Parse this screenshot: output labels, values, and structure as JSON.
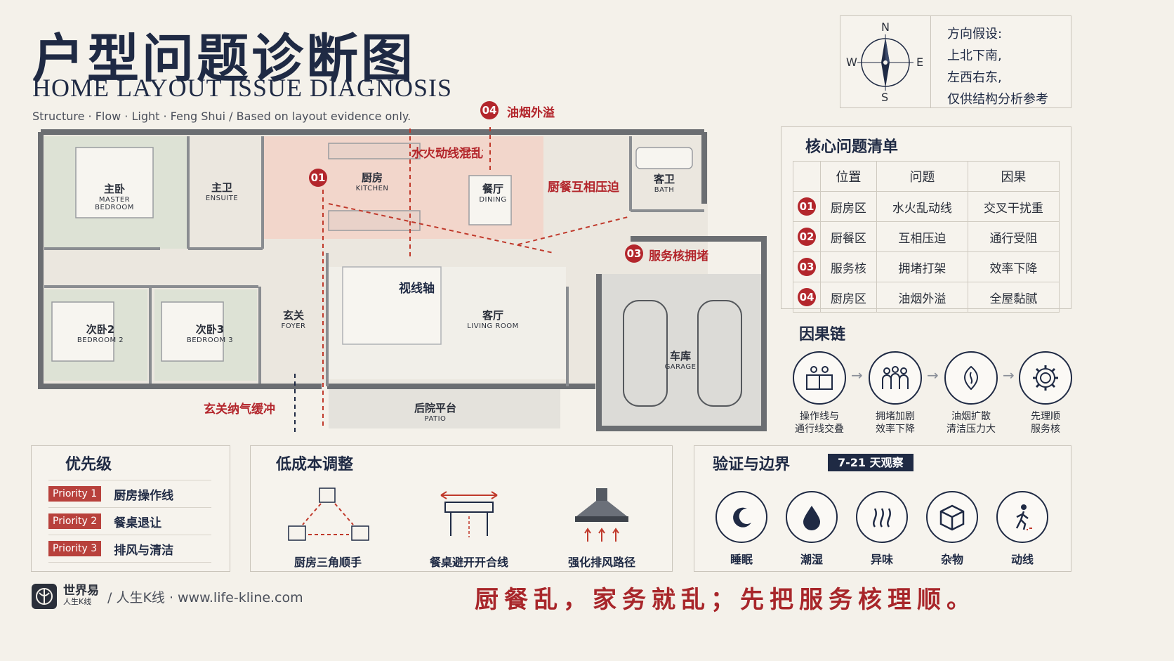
{
  "header": {
    "title_cn": "户型问题诊断图",
    "title_en": "HOME LAYOUT ISSUE DIAGNOSIS",
    "subtitle": "Structure · Flow · Light · Feng Shui / Based on layout evidence only."
  },
  "compass": {
    "n": "N",
    "s": "S",
    "e": "E",
    "w": "W",
    "note_lines": [
      "方向假设:",
      "上北下南,",
      "左西右东,",
      "仅供结构分析参考"
    ]
  },
  "floorplan": {
    "rooms": {
      "master": {
        "cn": "主卧",
        "en": "MASTER BEDROOM"
      },
      "ensuite": {
        "cn": "主卫",
        "en": "ENSUITE"
      },
      "kitchen": {
        "cn": "厨房",
        "en": "KITCHEN"
      },
      "dining": {
        "cn": "餐厅",
        "en": "DINING"
      },
      "bath": {
        "cn": "客卫",
        "en": "BATH"
      },
      "bed2": {
        "cn": "次卧2",
        "en": "BEDROOM 2"
      },
      "bed3": {
        "cn": "次卧3",
        "en": "BEDROOM 3"
      },
      "foyer": {
        "cn": "玄关",
        "en": "FOYER"
      },
      "living": {
        "cn": "客厅",
        "en": "LIVING ROOM"
      },
      "garage": {
        "cn": "车库",
        "en": "GARAGE"
      },
      "patio": {
        "cn": "后院平台",
        "en": "PATIO"
      }
    },
    "annotations": {
      "water_fire": "水火动线混乱",
      "oil_smoke": "油烟外溢",
      "kitchen_dining": "厨餐互相压迫",
      "service_core": "服务核拥堵",
      "sight_axis": "视线轴",
      "foyer_buffer": "玄关纳气缓冲",
      "num01": "01",
      "num03": "03",
      "num04": "04"
    }
  },
  "issues": {
    "title": "核心问题清单",
    "headers": [
      "位置",
      "问题",
      "因果"
    ],
    "rows": [
      {
        "num": "01",
        "location": "厨房区",
        "problem": "水火乱动线",
        "cause": "交叉干扰重"
      },
      {
        "num": "02",
        "location": "厨餐区",
        "problem": "互相压迫",
        "cause": "通行受阻"
      },
      {
        "num": "03",
        "location": "服务核",
        "problem": "拥堵打架",
        "cause": "效率下降"
      },
      {
        "num": "04",
        "location": "厨房区",
        "problem": "油烟外溢",
        "cause": "全屋黏腻"
      }
    ]
  },
  "chain": {
    "title": "因果链",
    "items": [
      {
        "icon": "workstation-icon",
        "line1": "操作线与",
        "line2": "通行线交叠"
      },
      {
        "icon": "crowd-icon",
        "line1": "拥堵加剧",
        "line2": "效率下降"
      },
      {
        "icon": "smoke-icon",
        "line1": "油烟扩散",
        "line2": "清洁压力大"
      },
      {
        "icon": "gear-icon",
        "line1": "先理顺",
        "line2": "服务核"
      }
    ]
  },
  "priority": {
    "title": "优先级",
    "items": [
      {
        "badge": "Priority 1",
        "text": "厨房操作线"
      },
      {
        "badge": "Priority 2",
        "text": "餐桌退让"
      },
      {
        "badge": "Priority 3",
        "text": "排风与清洁"
      }
    ]
  },
  "adjust": {
    "title": "低成本调整",
    "items": [
      {
        "icon": "kitchen-triangle-icon",
        "label": "厨房三角顺手"
      },
      {
        "icon": "table-shift-icon",
        "label": "餐桌避开开合线"
      },
      {
        "icon": "range-hood-icon",
        "label": "强化排风路径"
      }
    ]
  },
  "validation": {
    "title": "验证与边界",
    "tag": "7-21 天观察",
    "items": [
      {
        "icon": "moon-icon",
        "label": "睡眠"
      },
      {
        "icon": "droplet-icon",
        "label": "潮湿"
      },
      {
        "icon": "odor-icon",
        "label": "异味"
      },
      {
        "icon": "box-icon",
        "label": "杂物"
      },
      {
        "icon": "walker-icon",
        "label": "动线"
      }
    ]
  },
  "footer": {
    "brand_cn": "世界易",
    "brand_sub": "人生K线",
    "brand_link": "/ 人生K线 · www.life-kline.com",
    "slogan": "厨餐乱，家务就乱；先把服务核理顺。"
  }
}
